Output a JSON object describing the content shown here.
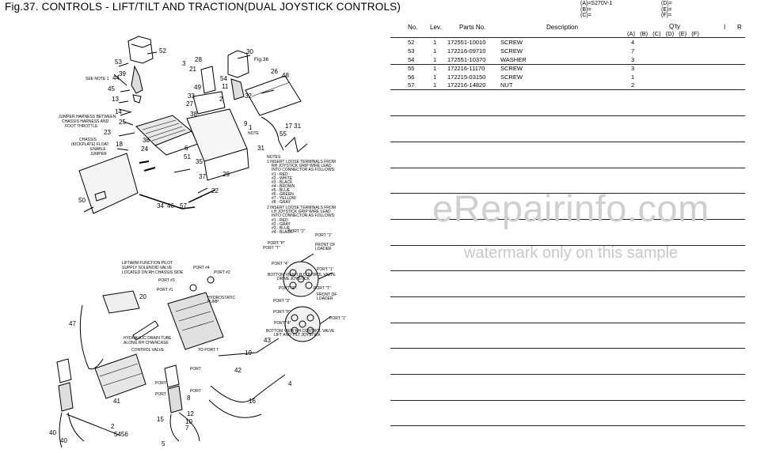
{
  "header": {
    "title": "Fig.37.  CONTROLS - LIFT/TILT AND TRACTION(DUAL JOYSTICK CONTROLS)",
    "variants_left": [
      "(A)=S270V-1",
      "(B)=",
      "(C)="
    ],
    "variants_right": [
      "(D)=",
      "(E)=",
      "(F)="
    ]
  },
  "table": {
    "headers": {
      "no": "No.",
      "lev": "Lev.",
      "parts": "Parts No.",
      "description": "Description",
      "qty": "Q'ty",
      "qty_sub": "(A) (B) (C) (D) (E) (F)",
      "i": "I",
      "r": "R"
    },
    "rows": [
      {
        "no": "52",
        "lev": "1",
        "part": "172551-10010",
        "desc": "SCREW",
        "qty": "4"
      },
      {
        "no": "53",
        "lev": "1",
        "part": "172216-09710",
        "desc": "SCREW",
        "qty": "7"
      },
      {
        "no": "54",
        "lev": "1",
        "part": "172551-10370",
        "desc": "WASHER",
        "qty": "3"
      },
      {
        "no": "55",
        "lev": "1",
        "part": "172216-11170",
        "desc": "SCREW",
        "qty": "3"
      },
      {
        "no": "56",
        "lev": "1",
        "part": "172215-03150",
        "desc": "SCREW",
        "qty": "1"
      },
      {
        "no": "57",
        "lev": "1",
        "part": "172216-14820",
        "desc": "NUT",
        "qty": "2"
      }
    ]
  },
  "diagram": {
    "callouts": {
      "c52": "52",
      "c53": "53",
      "c39": "39",
      "c44": "44",
      "c45": "45",
      "c13": "13",
      "c14": "14",
      "c25": "25",
      "c23": "23",
      "c18": "18",
      "c36": "36",
      "c24": "24",
      "c6": "6",
      "c51": "51",
      "c35": "35",
      "c37": "37",
      "c29": "29",
      "c22": "22",
      "c50": "50",
      "c34": "34",
      "c46": "46",
      "c57": "57",
      "c3": "3",
      "c21": "21",
      "c28": "28",
      "c49": "49",
      "c33": "33",
      "c27": "27",
      "c38": "38",
      "c30": "30",
      "c54": "54",
      "c11": "11",
      "c2": "2",
      "c26": "26",
      "c48": "48",
      "c32": "32",
      "c9": "9",
      "c1": "1",
      "c17": "17 31",
      "c55": "55",
      "c31": "31",
      "c20": "20",
      "c47": "47",
      "c19": "19",
      "c42": "42",
      "c43": "43",
      "c4": "4",
      "c16": "16",
      "c41": "41",
      "c40a": "40",
      "c40b": "40",
      "c2b": "2",
      "c5456": "5456",
      "c15": "15",
      "c5": "5",
      "c8": "8",
      "c12": "12",
      "c10": "10",
      "c7": "7"
    },
    "labels": {
      "fig36": "Fig.36",
      "see_note": "SEE NOTE 1",
      "jumper_harness": [
        "JUMPER HARNESS BETWEEN",
        "CHASSIS HARNESS AND",
        "FOOT THROTTLE"
      ],
      "chassis_float": [
        "CHASSIS",
        "(KICKPLATE) FLOAT",
        "ENABLE",
        "JUMPER"
      ],
      "note_tag": "NOTE",
      "lift_arm": [
        "LIFTARM FUNCTION PILOT",
        "SUPPLY SOLENOID VALVE",
        "LOCATED ON RH CHASSIS SIDE"
      ],
      "hydrostatic": [
        "HYDROSTATIC",
        "PUMP"
      ],
      "drain_tube": [
        "HYDRAULIC DRAIN TUBE",
        "ALONG RH CHAINCASE"
      ],
      "control_valve": "CONTROL VALVE",
      "to_port_t": "TO PORT T",
      "ports_pump": [
        "PORT #4",
        "PORT #2",
        "PORT #3",
        "PORT #1"
      ],
      "lh_ports": [
        "PORT \"2\"",
        "PORT \"1\"",
        "PORT \"P\"",
        "PORT \"4\"",
        "PORT \"1\"",
        "PORT \"T\""
      ],
      "front_loader": [
        "FRONT OF",
        "LOADER"
      ],
      "bottom_lh": [
        "BOTTOM VIEW LH CONTROL VALVE",
        "DRIVE JOYSTICK"
      ],
      "rh_ports": [
        "PORT \"2\"",
        "PORT \"T\"",
        "PORT \"3\"",
        "PORT \"P\"",
        "PORT \"4\"",
        "PORT \"1\""
      ],
      "bottom_rh": [
        "BOTTOM VIEW RH CONTROL VALVE",
        "LIFT AND TILT JOYSTICK"
      ],
      "joy_ports": [
        "PORT",
        "PORT",
        "PORT",
        "PORT"
      ],
      "notes": [
        "NOTES:",
        "1  INSERT LOOSE TERMINALS FROM",
        "RH JOYSTICK GRIP WIRE LEAD",
        "INTO CONNECTOR AS FOLLOWS:",
        "#1 - RED",
        "#2 - WHITE",
        "#3 - BLACK",
        "#4 - BROWN",
        "#5 - BLUE",
        "#6 - GREEN",
        "#7 - YELLOW",
        "#8 - GRAY",
        "2  INSERT LOOSE TERMINALS FROM",
        "LH JOYSTICK GRIP WIRE LEAD",
        "INTO CONNECTOR AS FOLLOWS:",
        "#1 - RED",
        "#2 - GRAY",
        "#3 - BLUE",
        "#4 - BLACK"
      ]
    }
  },
  "watermark": {
    "main": "eRepairinfo.com",
    "sub": "watermark only on this sample"
  }
}
